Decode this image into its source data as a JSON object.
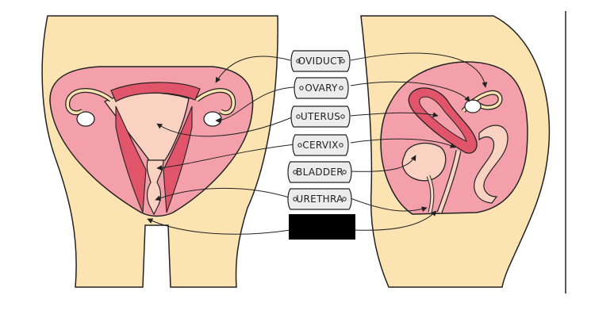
{
  "labels": {
    "oviduct": "OVIDUCT",
    "ovary": "OVARY",
    "uterus": "UTERUS",
    "cervix": "CERVIX",
    "bladder": "BLADDER",
    "urethra": "URETHRA",
    "redacted": ""
  },
  "colors": {
    "skin": "#fbe3b2",
    "pink": "#f3a0ab",
    "deep_pink": "#e0556a",
    "pale_pink": "#f9d2c2",
    "outline": "#222222",
    "label_fill": "#ececec",
    "redaction": "#000000"
  }
}
